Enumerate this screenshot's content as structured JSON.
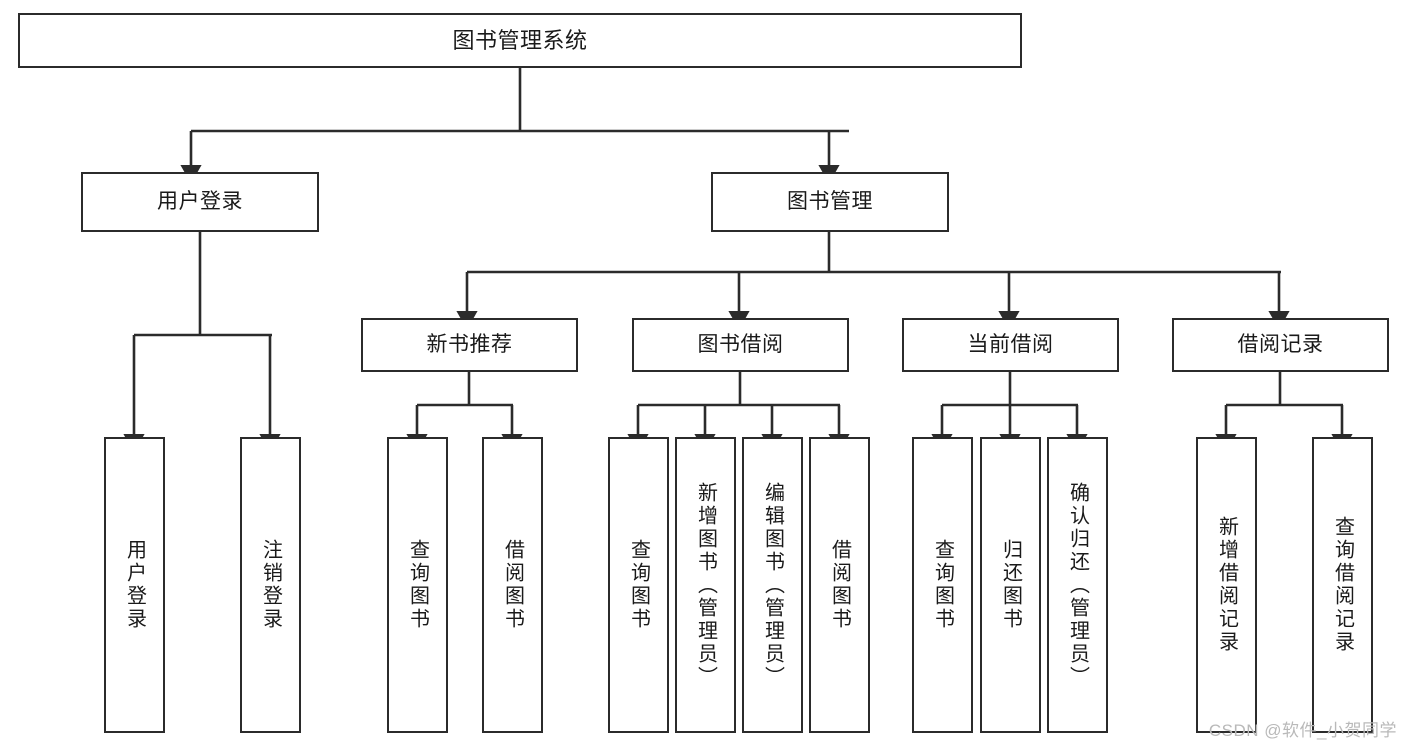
{
  "diagram": {
    "title": "图书管理系统",
    "type": "tree",
    "colors": {
      "box_border": "#2b2b2b",
      "box_fill": "#ffffff",
      "edge": "#2b2b2b",
      "text": "#1a1a1a",
      "watermark": "#b9b9b9",
      "background": "#ffffff"
    },
    "nodes": {
      "root": {
        "label": "图书管理系统"
      },
      "level2": [
        {
          "id": "user-login",
          "label": "用户登录"
        },
        {
          "id": "book-manage",
          "label": "图书管理"
        }
      ],
      "level3": [
        {
          "id": "new-book-rec",
          "label": "新书推荐"
        },
        {
          "id": "book-borrow",
          "label": "图书借阅"
        },
        {
          "id": "current-borrow",
          "label": "当前借阅"
        },
        {
          "id": "borrow-record",
          "label": "借阅记录"
        }
      ],
      "leaves": {
        "user-login": [
          {
            "id": "leaf-user-login",
            "label": "用户登录"
          },
          {
            "id": "leaf-user-logout",
            "label": "注销登录"
          }
        ],
        "new-book-rec": [
          {
            "id": "leaf-query-book-1",
            "label": "查询图书"
          },
          {
            "id": "leaf-borrow-book-1",
            "label": "借阅图书"
          }
        ],
        "book-borrow": [
          {
            "id": "leaf-query-book-2",
            "label": "查询图书"
          },
          {
            "id": "leaf-add-book",
            "label": "新增图书（管理员）"
          },
          {
            "id": "leaf-edit-book",
            "label": "编辑图书（管理员）"
          },
          {
            "id": "leaf-borrow-book-2",
            "label": "借阅图书"
          }
        ],
        "current-borrow": [
          {
            "id": "leaf-query-book-3",
            "label": "查询图书"
          },
          {
            "id": "leaf-return-book",
            "label": "归还图书"
          },
          {
            "id": "leaf-confirm-return",
            "label": "确认归还（管理员）"
          }
        ],
        "borrow-record": [
          {
            "id": "leaf-add-record",
            "label": "新增借阅记录"
          },
          {
            "id": "leaf-query-record",
            "label": "查询借阅记录"
          }
        ]
      }
    },
    "watermark": "CSDN @软件_小贺同学"
  }
}
